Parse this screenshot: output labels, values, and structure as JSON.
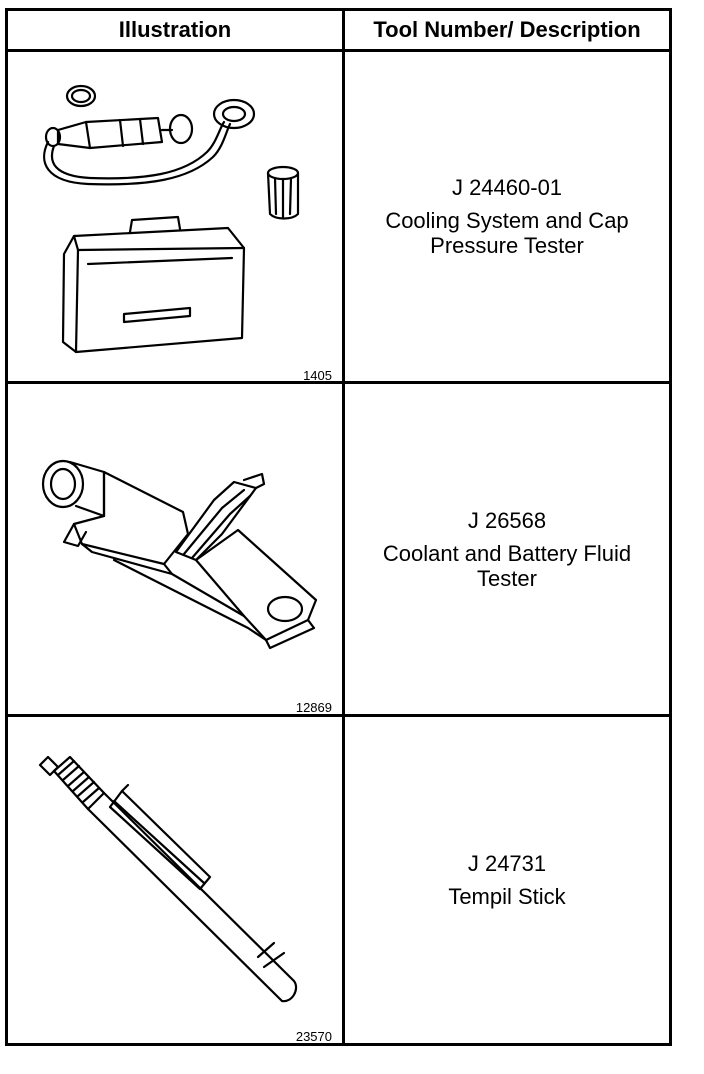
{
  "header": {
    "illustration": "Illustration",
    "tool_description": "Tool Number/ Description"
  },
  "rows": [
    {
      "figure_number": "1405",
      "tool_number": "J 24460-01",
      "description": "Cooling System and Cap Pressure Tester"
    },
    {
      "figure_number": "12869",
      "tool_number": "J 26568",
      "description": "Coolant and Battery Fluid Tester"
    },
    {
      "figure_number": "23570",
      "tool_number": "J 24731",
      "description": "Tempil Stick"
    }
  ]
}
